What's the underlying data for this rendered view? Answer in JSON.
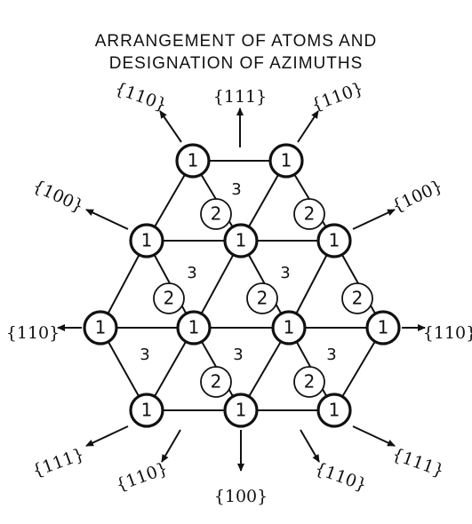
{
  "title": {
    "line1": "ARRANGEMENT OF ATOMS AND",
    "line2": "DESIGNATION OF AZIMUTHS"
  },
  "site_labels": {
    "one": "1",
    "two": "2",
    "three": "3"
  },
  "azimuths": [
    {
      "id": "top",
      "label": "{111}"
    },
    {
      "id": "upper-left",
      "label": "{110}"
    },
    {
      "id": "upper-right",
      "label": "{110}"
    },
    {
      "id": "left-upper",
      "label": "{100}"
    },
    {
      "id": "right-upper",
      "label": "{100}"
    },
    {
      "id": "left",
      "label": "{110}"
    },
    {
      "id": "right",
      "label": "{110}"
    },
    {
      "id": "lower-left",
      "label": "{111}"
    },
    {
      "id": "lower-right",
      "label": "{111}"
    },
    {
      "id": "bottom-left",
      "label": "{110}"
    },
    {
      "id": "bottom-right",
      "label": "{110}"
    },
    {
      "id": "bottom",
      "label": "{100}"
    }
  ]
}
